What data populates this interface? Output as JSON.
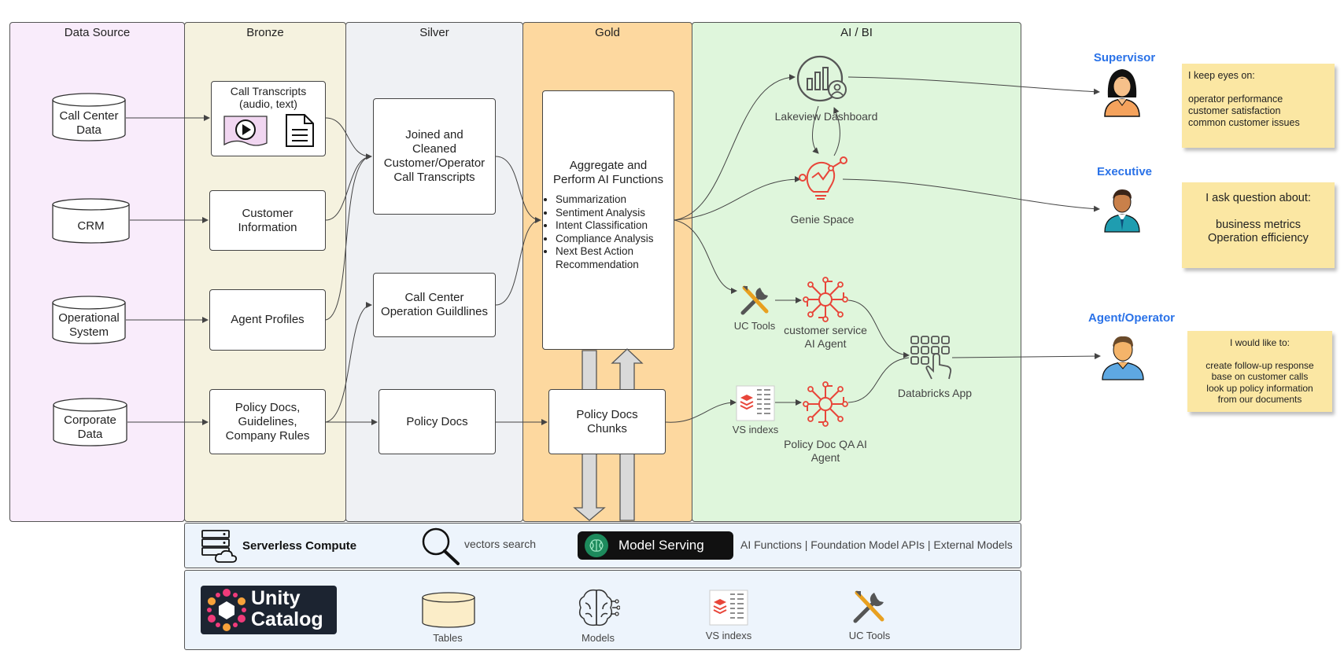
{
  "lanes": {
    "data_source": "Data Source",
    "bronze": "Bronze",
    "silver": "Silver",
    "gold": "Gold",
    "ai_bi": "AI / BI"
  },
  "sources": {
    "call_center": [
      "Call Center",
      "Data"
    ],
    "crm": "CRM",
    "operational": [
      "Operational",
      "System"
    ],
    "corporate": [
      "Corporate",
      "Data"
    ]
  },
  "bronze": {
    "call_transcripts": [
      "Call Transcripts",
      "(audio, text)"
    ],
    "customer_info": [
      "Customer",
      "Information"
    ],
    "agent_profiles": "Agent Profiles",
    "policy_docs": [
      "Policy Docs,",
      "Guidelines,",
      "Company Rules"
    ]
  },
  "silver": {
    "joined": [
      "Joined and",
      "Cleaned",
      "Customer/Operator",
      "Call Transcripts"
    ],
    "guidelines": [
      "Call Center",
      "Operation Guildlines"
    ],
    "policy_docs": "Policy Docs"
  },
  "gold": {
    "aggregate_title": [
      "Aggregate and",
      "Perform AI Functions"
    ],
    "ai_functions": [
      "Summarization",
      "Sentiment Analysis",
      "Intent Classification",
      "Compliance Analysis",
      "Next Best Action Recommendation"
    ],
    "chunks": [
      "Policy Docs",
      "Chunks"
    ]
  },
  "ai_bi": {
    "lakeview": "Lakeview Dashboard",
    "genie": "Genie Space",
    "uc_tools": "UC Tools",
    "cs_agent": [
      "customer service",
      "AI Agent"
    ],
    "vs_indexes": "VS indexs",
    "qa_agent": [
      "Policy Doc QA AI",
      "Agent"
    ],
    "databricks_app": "Databricks App"
  },
  "personas": {
    "supervisor": "Supervisor",
    "executive": "Executive",
    "agent": "Agent/Operator"
  },
  "notes": {
    "supervisor": [
      "I keep eyes on:",
      "",
      "operator performance",
      "customer satisfaction",
      "common customer issues"
    ],
    "executive": [
      "I ask question about:",
      "",
      "business metrics",
      "Operation efficiency"
    ],
    "agent": [
      "I would like to:",
      "",
      "create follow-up response",
      "base on customer calls",
      "look up policy information",
      "from our documents"
    ]
  },
  "compute_bar": {
    "serverless": "Serverless Compute",
    "vectors_search": "vectors search",
    "model_serving": "Model Serving",
    "functions": "AI Functions | Foundation Model APIs | External Models"
  },
  "catalog_bar": {
    "unity": [
      "Unity",
      "Catalog"
    ],
    "tables": "Tables",
    "models": "Models",
    "vs_indexes": "VS indexs",
    "uc_tools": "UC Tools"
  },
  "colors": {
    "data_source": "#f9ecfb",
    "bronze": "#f5f2df",
    "silver": "#eff1f4",
    "gold": "#fdd89f",
    "ai_bi": "#dff6dc",
    "accent_red": "#e8463a",
    "persona_blue": "#2a72e8",
    "note": "#fbe7a3"
  }
}
